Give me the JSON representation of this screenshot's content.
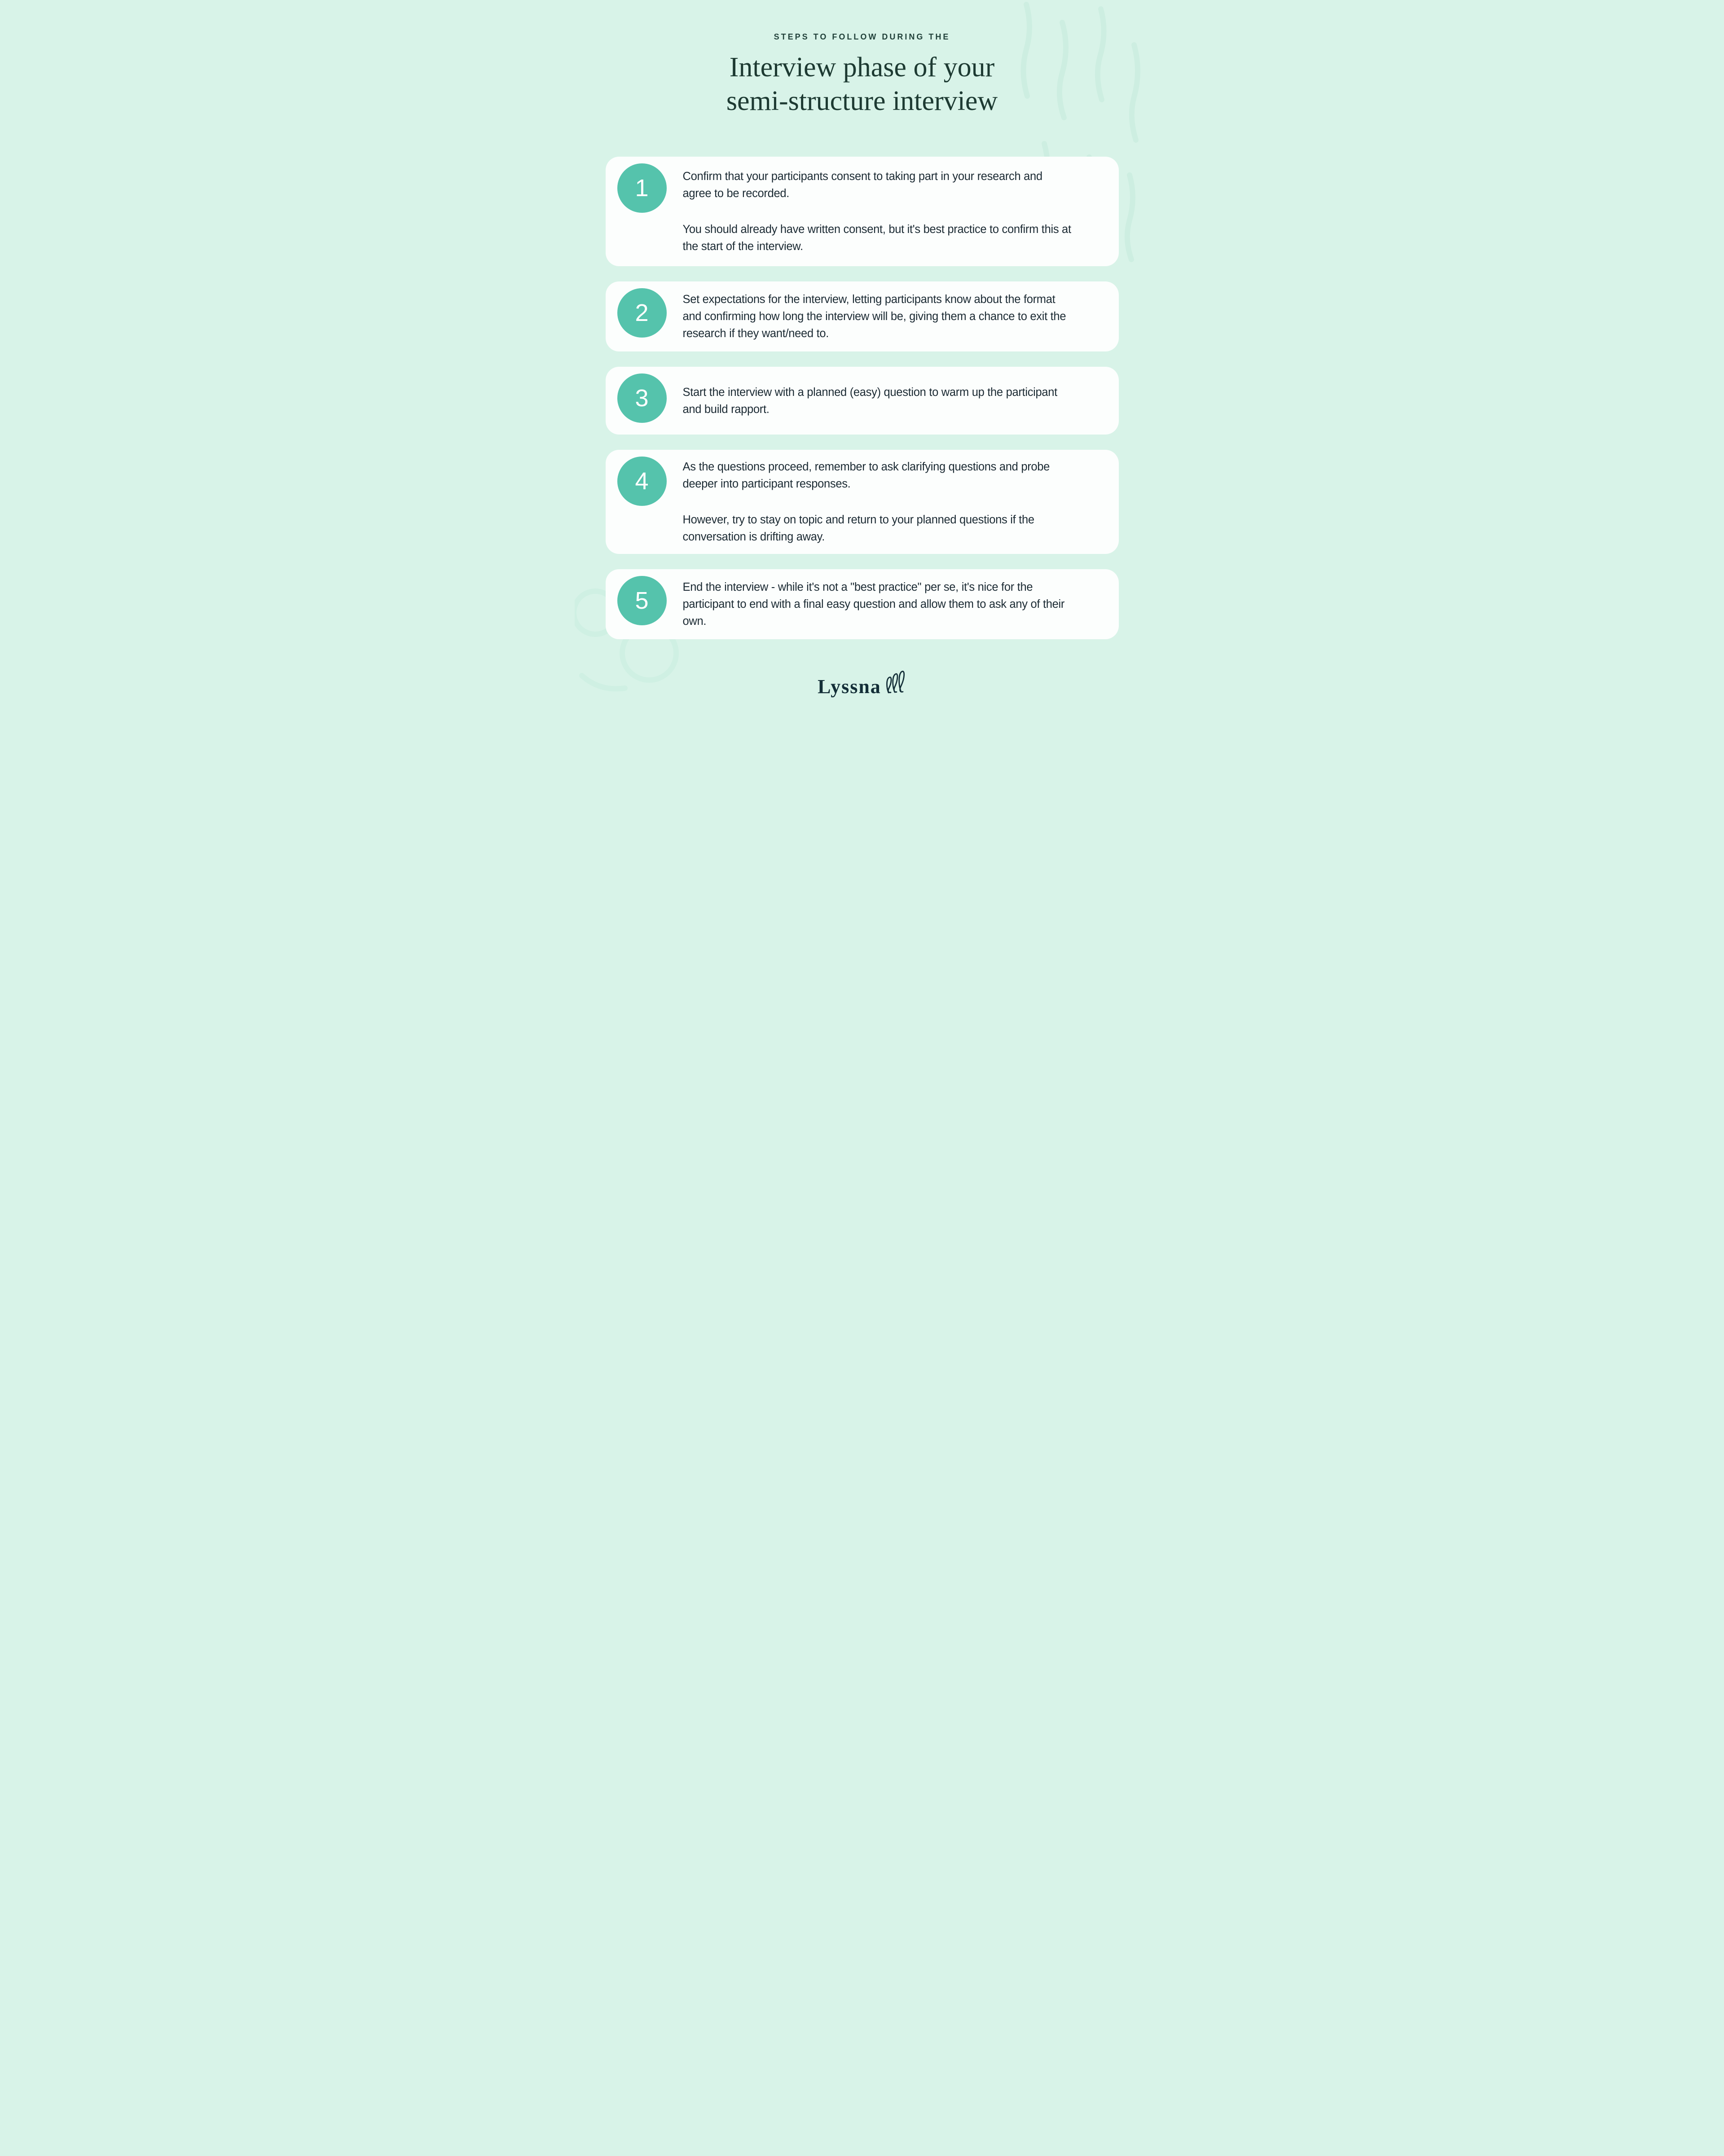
{
  "header": {
    "eyebrow": "STEPS TO FOLLOW DURING THE",
    "title": "Interview phase of your\nsemi-structure interview"
  },
  "steps": [
    {
      "number": "1",
      "paragraphs": [
        "Confirm that your participants consent to taking part in your research and\nagree to be recorded.",
        "You should already have written consent, but it's best practice to confirm this at\nthe start of the interview."
      ]
    },
    {
      "number": "2",
      "paragraphs": [
        "Set expectations for the interview, letting participants know about the format\nand confirming how long the interview will be, giving them a chance to exit the\nresearch if they want/need to."
      ]
    },
    {
      "number": "3",
      "paragraphs": [
        "Start the interview with a planned (easy) question to warm up the participant\nand build rapport."
      ]
    },
    {
      "number": "4",
      "paragraphs": [
        "As the questions proceed, remember to ask clarifying questions and probe\ndeeper into participant responses.",
        "However, try to stay on topic and return to your planned questions if the\nconversation is drifting away."
      ]
    },
    {
      "number": "5",
      "paragraphs": [
        "End the interview - while it's not a \"best practice\" per se, it's nice for the\nparticipant to end with a final easy question and allow them to ask any of their\nown."
      ]
    }
  ],
  "footer": {
    "brand": "Lyssna",
    "mark_icon": "scribble-loops-icon"
  },
  "colors": {
    "background": "#d8f3e8",
    "card": "#fcfefd",
    "badge": "#55c3ac",
    "badge_number": "#ffffff",
    "heading": "#1d3a32",
    "eyebrow": "#21413a",
    "body_text": "#1b2a33",
    "logo": "#132e37"
  }
}
